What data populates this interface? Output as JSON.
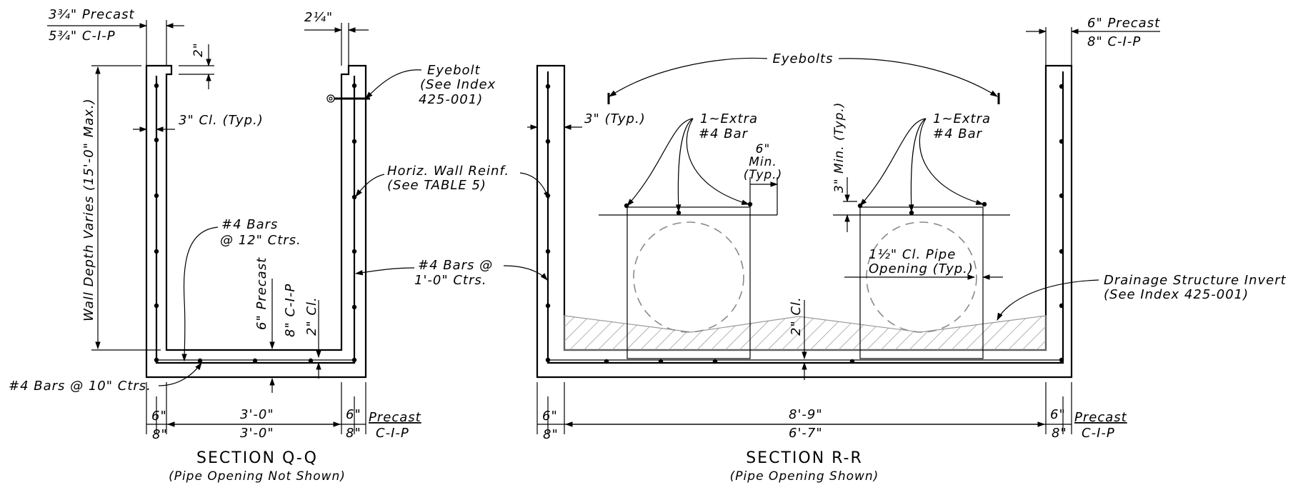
{
  "section_q": {
    "title": "SECTION Q-Q",
    "subtitle": "(Pipe Opening Not Shown)",
    "wall_thick_top_precast": "3¾\" Precast",
    "wall_thick_top_cip": "5¾\" C-I-P",
    "rebate_depth": "2\"",
    "rebate_width": "2¼\"",
    "eyebolt": [
      "Eyebolt",
      "(See Index",
      "425-001)"
    ],
    "clear_cover": "3\" Cl. (Typ.)",
    "wall_depth": "Wall Depth Varies (15'-0\" Max.)",
    "bars_12": [
      "#4 Bars",
      "@ 12\" Ctrs."
    ],
    "floor_precast": "6\" Precast",
    "floor_cip": "8\" C-I-P",
    "floor_cl": "2\" Cl.",
    "bars_10": "#4 Bars @ 10\" Ctrs.",
    "dim_left_precast": "6\"",
    "dim_left_cip": "8\"",
    "dim_mid_precast": "3'-0\"",
    "dim_mid_cip": "3'-0\"",
    "dim_right_precast": "6\"",
    "dim_right_cip": "8\"",
    "legend_precast": "Precast",
    "legend_cip": "C-I-P"
  },
  "shared": {
    "horiz_reinf": [
      "Horiz. Wall Reinf.",
      "(See TABLE 5)"
    ],
    "bars_1ft": [
      "#4 Bars @",
      "1'-0\" Ctrs."
    ]
  },
  "section_r": {
    "title": "SECTION R-R",
    "subtitle": "(Pipe Opening Shown)",
    "eyebolts": "Eyebolts",
    "typ_cover": "3\" (Typ.)",
    "extra_bar_left": [
      "1~Extra",
      "#4 Bar"
    ],
    "extra_bar_right": [
      "1~Extra",
      "#4 Bar"
    ],
    "min_6": [
      "6\"",
      "Min.",
      "(Typ.)"
    ],
    "min_3": "3\" Min. (Typ.)",
    "pipe_cl": [
      "1½\" Cl. Pipe",
      "Opening (Typ.)"
    ],
    "floor_cl": "2\" Cl.",
    "invert": [
      "Drainage Structure Invert",
      "(See Index 425-001)"
    ],
    "wall_thick_precast": "6\" Precast",
    "wall_thick_cip": "8\" C-I-P",
    "dim_left_precast": "6\"",
    "dim_left_cip": "8\"",
    "dim_mid_precast": "8'-9\"",
    "dim_mid_cip": "6'-7\"",
    "dim_right_precast": "6\"",
    "dim_right_cip": "8\"",
    "legend_precast": "Precast",
    "legend_cip": "C-I-P"
  }
}
